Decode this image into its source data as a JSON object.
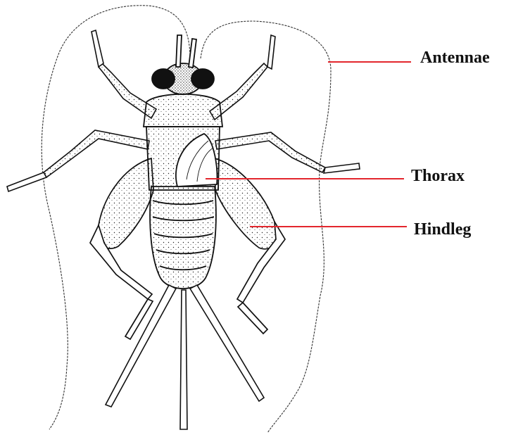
{
  "diagram": {
    "subject": "cricket-insect-illustration",
    "labels": [
      {
        "id": "antennae",
        "text": "Antennae"
      },
      {
        "id": "thorax",
        "text": "Thorax"
      },
      {
        "id": "hindleg",
        "text": "Hindleg"
      }
    ],
    "colors": {
      "leader_line": "#e3262d",
      "ink": "#111111",
      "background": "#ffffff"
    }
  }
}
